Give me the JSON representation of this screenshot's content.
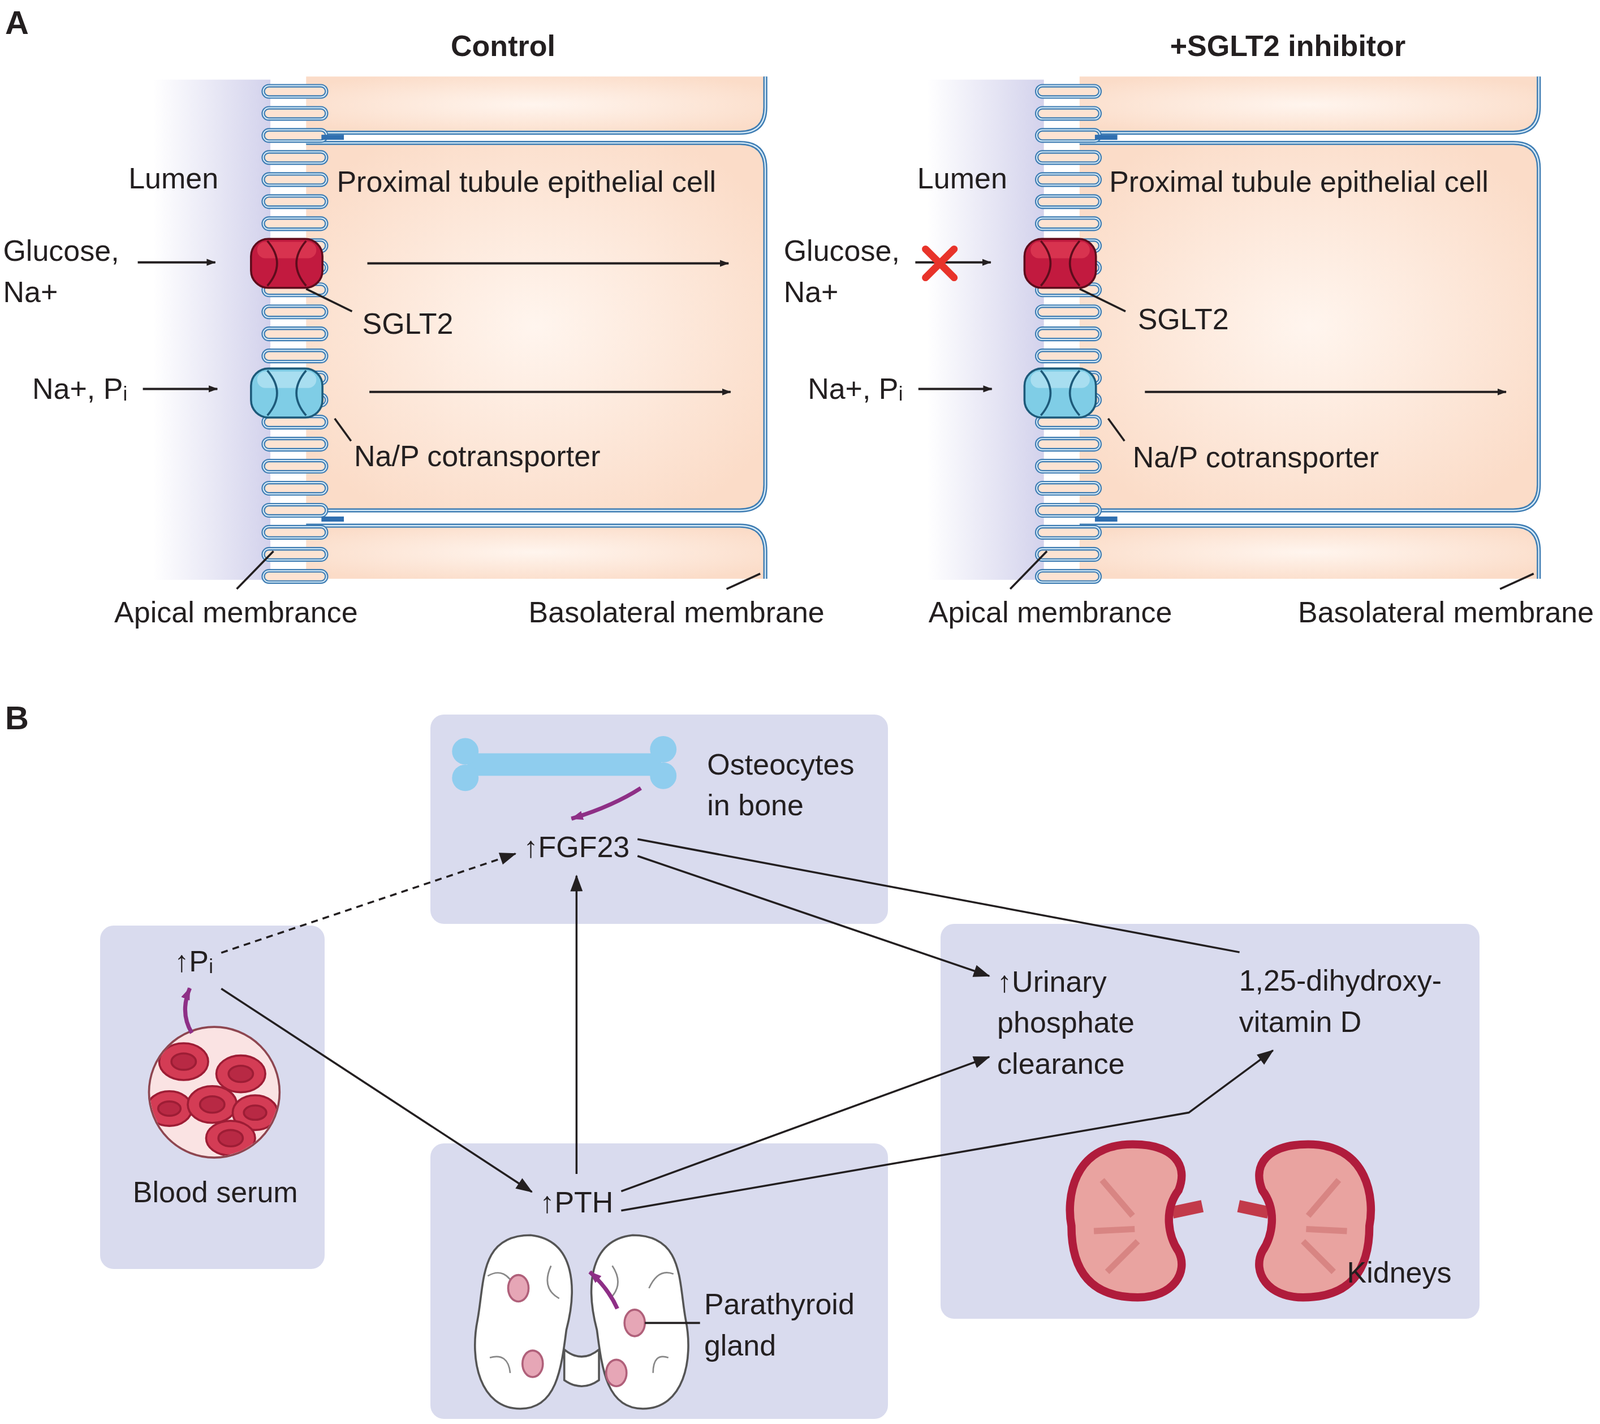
{
  "diagram": {
    "nodes": [
      {
        "text": [
          "Lumen"
        ]
      },
      {
        "text": [
          "Proximal tubule epithelial cell"
        ]
      },
      {
        "text": [
          "Lumen"
        ]
      },
      {
        "text": [
          "Proximal tubule epithelial cell"
        ]
      },
      {
        "text": [
          "Osteocytes in bone"
        ]
      },
      {
        "text": [
          "↑FGF23"
        ],
        "in": 4
      },
      {
        "text": [
          "Blood serum"
        ]
      },
      {
        "text": [
          "↑Pᵢ"
        ],
        "in": 6
      },
      {
        "text": [
          "Parathyroid gland"
        ]
      },
      {
        "text": [
          "↑PTH"
        ],
        "in": 8
      },
      {
        "text": [
          "Kidneys"
        ]
      },
      {
        "text": [
          "↑Urinary phosphate clearance"
        ],
        "in": 10
      },
      {
        "text": [
          "1,25-dihydroxy-vitamin D"
        ],
        "in": 10
      }
    ],
    "edges": [
      {
        "from": 7,
        "to": 5,
        "arrow": "to"
      },
      {
        "from": 7,
        "to": 9,
        "arrow": "to"
      },
      {
        "from": 9,
        "to": 5,
        "arrow": "to"
      },
      {
        "from": 5,
        "to": 11,
        "arrow": "to"
      },
      {
        "from": 5,
        "to": 12,
        "arrow": "none"
      },
      {
        "from": 9,
        "to": 11,
        "arrow": "to"
      },
      {
        "from": 9,
        "to": 12,
        "arrow": "to"
      }
    ],
    "labels": [
      "A",
      "Control",
      "Glucose, Na+",
      "Na+, Pᵢ",
      "SGLT2",
      "Na/P cotransporter",
      "Apical membrance",
      "Basolateral membrane",
      "+SGLT2 inhibitor",
      "Glucose, Na+",
      "Na+, Pᵢ",
      "SGLT2",
      "Na/P cotransporter",
      "Apical membrance",
      "Basolateral membrane",
      "B"
    ]
  }
}
